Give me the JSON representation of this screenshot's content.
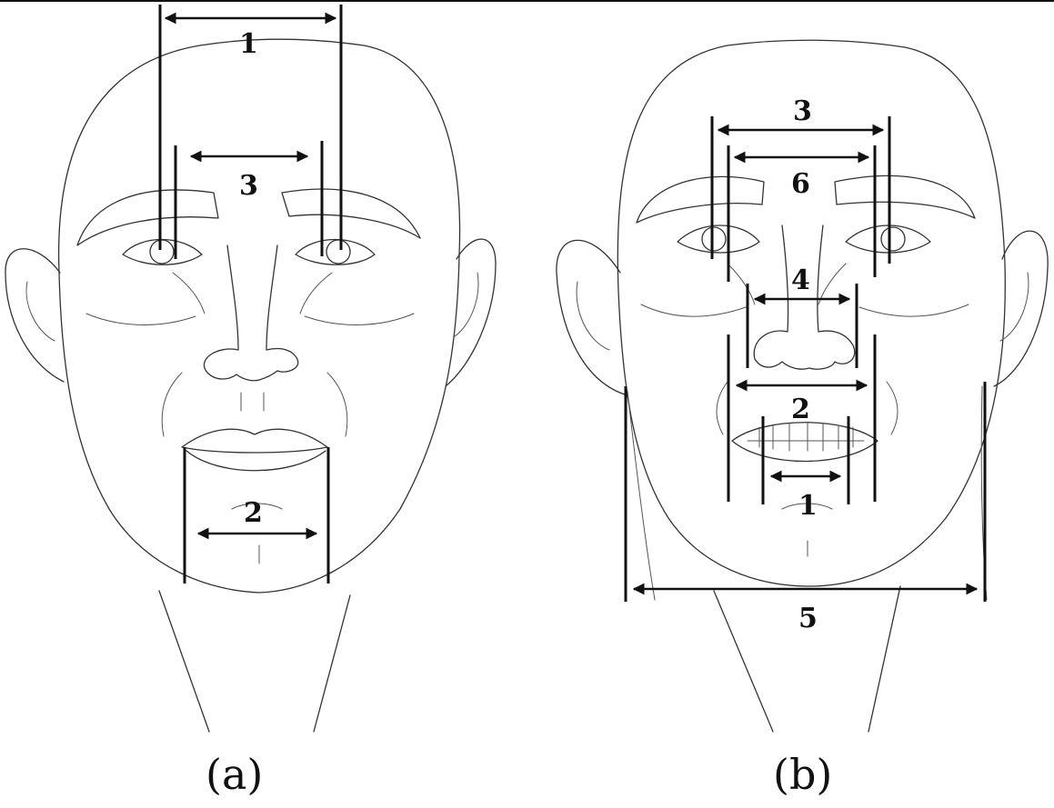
{
  "colors": {
    "ink": "#111111",
    "sketch": "#333333",
    "background": "#ffffff"
  },
  "panels": {
    "a": {
      "caption": "(a)",
      "labels": {
        "m1": "1",
        "m2": "2",
        "m3": "3"
      }
    },
    "b": {
      "caption": "(b)",
      "labels": {
        "m1": "1",
        "m2": "2",
        "m3": "3",
        "m4": "4",
        "m5": "5",
        "m6": "6"
      }
    }
  }
}
